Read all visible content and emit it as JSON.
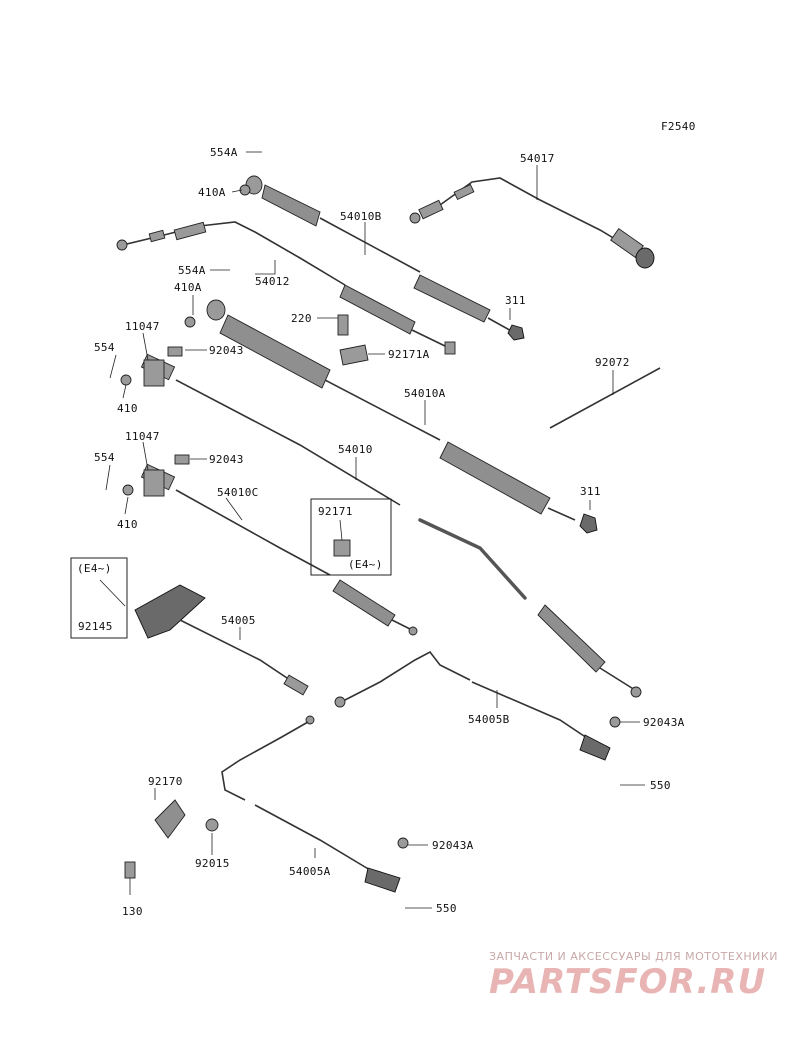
{
  "figure_code": "F2540",
  "labels": {
    "l554A_top": "554A",
    "l410A_top": "410A",
    "l54017": "54017",
    "l54010B": "54010B",
    "l54012": "54012",
    "l554A_mid": "554A",
    "l410A_mid": "410A",
    "l311_top": "311",
    "l11047_top": "11047",
    "l220": "220",
    "l92043_top": "92043",
    "l92171A": "92171A",
    "l554_top": "554",
    "l410_top": "410",
    "l92072": "92072",
    "l54010A": "54010A",
    "l11047_bot": "11047",
    "l54010": "54010",
    "l554_bot": "554",
    "l92043_bot": "92043",
    "l311_bot": "311",
    "l54010C": "54010C",
    "l410_bot": "410",
    "l92171": "92171",
    "lE4_box": "(E4~)",
    "lE4_left": "(E4~)",
    "l92145": "92145",
    "l54005": "54005",
    "l54005B": "54005B",
    "l92043A_top": "92043A",
    "l550_top": "550",
    "l92170": "92170",
    "l92015": "92015",
    "l92043A_bot": "92043A",
    "l54005A": "54005A",
    "l130": "130",
    "l550_bot": "550"
  },
  "watermark": {
    "tagline": "ЗАПЧАСТИ И АКСЕССУАРЫ ДЛЯ МОТОТЕХНИКИ",
    "brand": "PARTSFOR.RU",
    "color": "#e8b4b4"
  }
}
